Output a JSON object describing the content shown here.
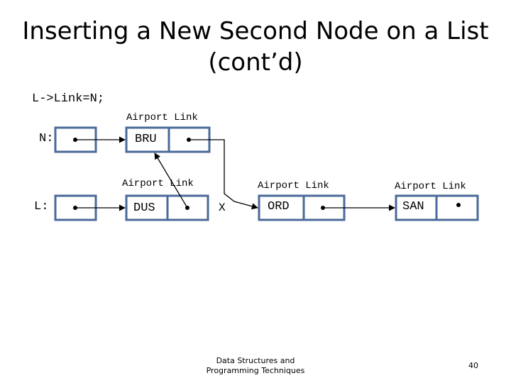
{
  "title": "Inserting a New Second Node on a List (cont’d)",
  "code": "L->Link=N;",
  "pointers": {
    "n": "N:",
    "l": "L:"
  },
  "field_labels": {
    "bru": "Airport Link",
    "dus": "Airport Link",
    "ord": "Airport Link",
    "san": "Airport Link"
  },
  "nodes": {
    "bru": "BRU",
    "dus": "DUS",
    "ord": "ORD",
    "san": "SAN"
  },
  "removed_mark": "X",
  "footer": {
    "course": "Data Structures and Programming Techniques",
    "page": "40"
  },
  "colors": {
    "box_border": "#4a6a99",
    "line": "#000000"
  }
}
